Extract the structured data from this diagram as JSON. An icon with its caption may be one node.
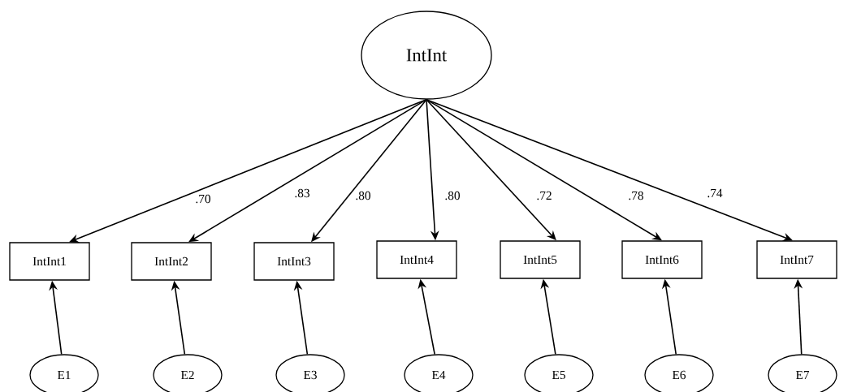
{
  "diagram": {
    "nodes": [
      {
        "text": [
          "IntInt"
        ]
      },
      {
        "text": [
          "IntInt1"
        ]
      },
      {
        "text": [
          "IntInt2"
        ]
      },
      {
        "text": [
          "IntInt3"
        ]
      },
      {
        "text": [
          "IntInt4"
        ]
      },
      {
        "text": [
          "IntInt5"
        ]
      },
      {
        "text": [
          "IntInt6"
        ]
      },
      {
        "text": [
          "IntInt7"
        ]
      },
      {
        "text": [
          "E1"
        ]
      },
      {
        "text": [
          "E2"
        ]
      },
      {
        "text": [
          "E3"
        ]
      },
      {
        "text": [
          "E4"
        ]
      },
      {
        "text": [
          "E5"
        ]
      },
      {
        "text": [
          "E6"
        ]
      },
      {
        "text": [
          "E7"
        ]
      }
    ],
    "edges": [
      {
        "from": 0,
        "to": 1,
        "arrow": "to",
        "label": ".70"
      },
      {
        "from": 0,
        "to": 2,
        "arrow": "to",
        "label": ".83"
      },
      {
        "from": 0,
        "to": 3,
        "arrow": "to",
        "label": ".80"
      },
      {
        "from": 0,
        "to": 4,
        "arrow": "to",
        "label": ".80"
      },
      {
        "from": 0,
        "to": 5,
        "arrow": "to",
        "label": ".72"
      },
      {
        "from": 0,
        "to": 6,
        "arrow": "to",
        "label": ".78"
      },
      {
        "from": 0,
        "to": 7,
        "arrow": "to",
        "label": ".74"
      },
      {
        "from": 8,
        "to": 1,
        "arrow": "to"
      },
      {
        "from": 9,
        "to": 2,
        "arrow": "to"
      },
      {
        "from": 10,
        "to": 3,
        "arrow": "to"
      },
      {
        "from": 11,
        "to": 4,
        "arrow": "to"
      },
      {
        "from": 12,
        "to": 5,
        "arrow": "to"
      },
      {
        "from": 13,
        "to": 6,
        "arrow": "to"
      },
      {
        "from": 14,
        "to": 7,
        "arrow": "to"
      }
    ]
  }
}
